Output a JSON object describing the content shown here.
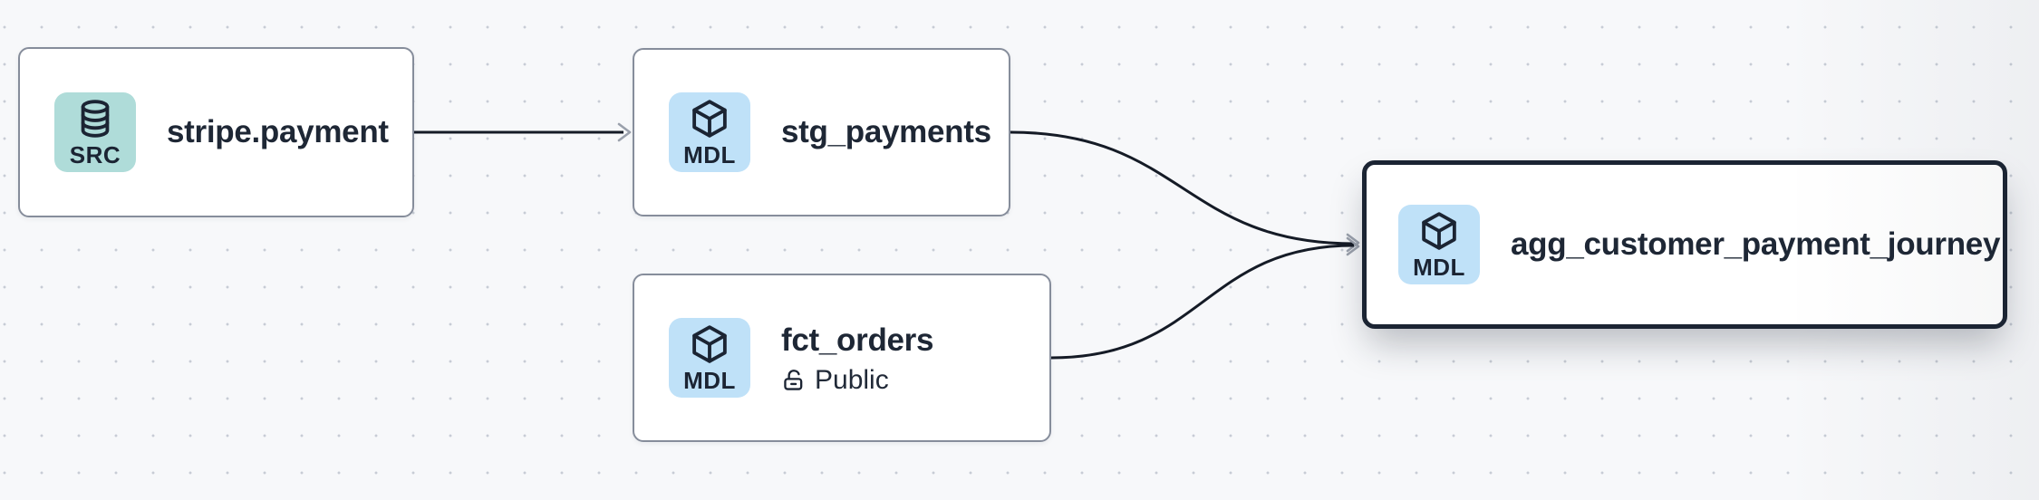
{
  "app": {
    "view": "lineage-graph"
  },
  "canvas": {
    "background_color": "#f7f8fa",
    "dot_grid_color": "#c7ccd5",
    "edge_color": "#151b26",
    "arrowhead_color": "#9aa0ac",
    "node_border_color": "#868d9b",
    "selected_border_color": "#1b2433",
    "text_color": "#1e2735"
  },
  "nodes": [
    {
      "label": "stripe.payment",
      "badge": "SRC",
      "type_icon": "database-icon",
      "badge_color": "#afdcd9",
      "selected": false
    },
    {
      "label": "stg_payments",
      "badge": "MDL",
      "type_icon": "cube-icon",
      "badge_color": "#bfe1f8",
      "selected": false
    },
    {
      "label": "fct_orders",
      "badge": "MDL",
      "type_icon": "cube-icon",
      "badge_color": "#bfe1f8",
      "access_icon": "lock-open-icon",
      "access_label": "Public",
      "selected": false
    },
    {
      "label": "agg_customer_payment_journey",
      "badge": "MDL",
      "type_icon": "cube-icon",
      "badge_color": "#bfe1f8",
      "selected": true
    }
  ],
  "edges": [
    {
      "source": "stripe.payment",
      "target": "stg_payments"
    },
    {
      "source": "stg_payments",
      "target": "agg_customer_payment_journey"
    },
    {
      "source": "fct_orders",
      "target": "agg_customer_payment_journey"
    }
  ]
}
